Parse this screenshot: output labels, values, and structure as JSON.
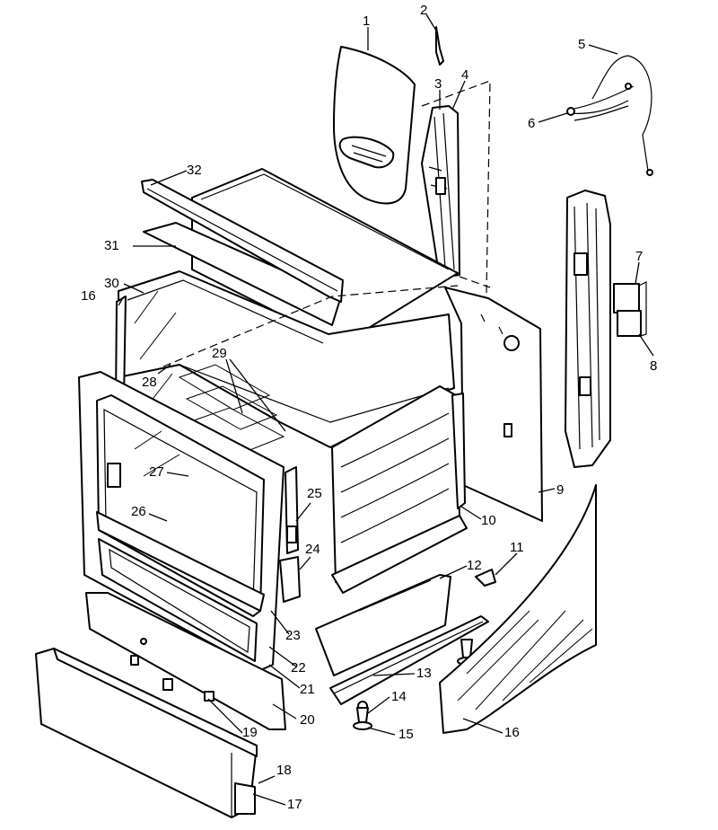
{
  "callouts": [
    {
      "id": "p1",
      "text": "1"
    },
    {
      "id": "p2",
      "text": "2"
    },
    {
      "id": "p3",
      "text": "3"
    },
    {
      "id": "p4",
      "text": "4"
    },
    {
      "id": "p5",
      "text": "5"
    },
    {
      "id": "p6",
      "text": "6"
    },
    {
      "id": "p7",
      "text": "7"
    },
    {
      "id": "p8",
      "text": "8"
    },
    {
      "id": "p9",
      "text": "9"
    },
    {
      "id": "p10",
      "text": "10"
    },
    {
      "id": "p11",
      "text": "11"
    },
    {
      "id": "p12",
      "text": "12"
    },
    {
      "id": "p13",
      "text": "13"
    },
    {
      "id": "p14",
      "text": "14"
    },
    {
      "id": "p15",
      "text": "15"
    },
    {
      "id": "p16a",
      "text": "16"
    },
    {
      "id": "p16b",
      "text": "16"
    },
    {
      "id": "p17",
      "text": "17"
    },
    {
      "id": "p18",
      "text": "18"
    },
    {
      "id": "p19",
      "text": "19"
    },
    {
      "id": "p20",
      "text": "20"
    },
    {
      "id": "p21",
      "text": "21"
    },
    {
      "id": "p22",
      "text": "22"
    },
    {
      "id": "p23",
      "text": "23"
    },
    {
      "id": "p24",
      "text": "24"
    },
    {
      "id": "p25",
      "text": "25"
    },
    {
      "id": "p26",
      "text": "26"
    },
    {
      "id": "p27",
      "text": "27"
    },
    {
      "id": "p28",
      "text": "28"
    },
    {
      "id": "p29",
      "text": "29"
    },
    {
      "id": "p30",
      "text": "30"
    },
    {
      "id": "p31",
      "text": "31"
    },
    {
      "id": "p32",
      "text": "32"
    }
  ]
}
